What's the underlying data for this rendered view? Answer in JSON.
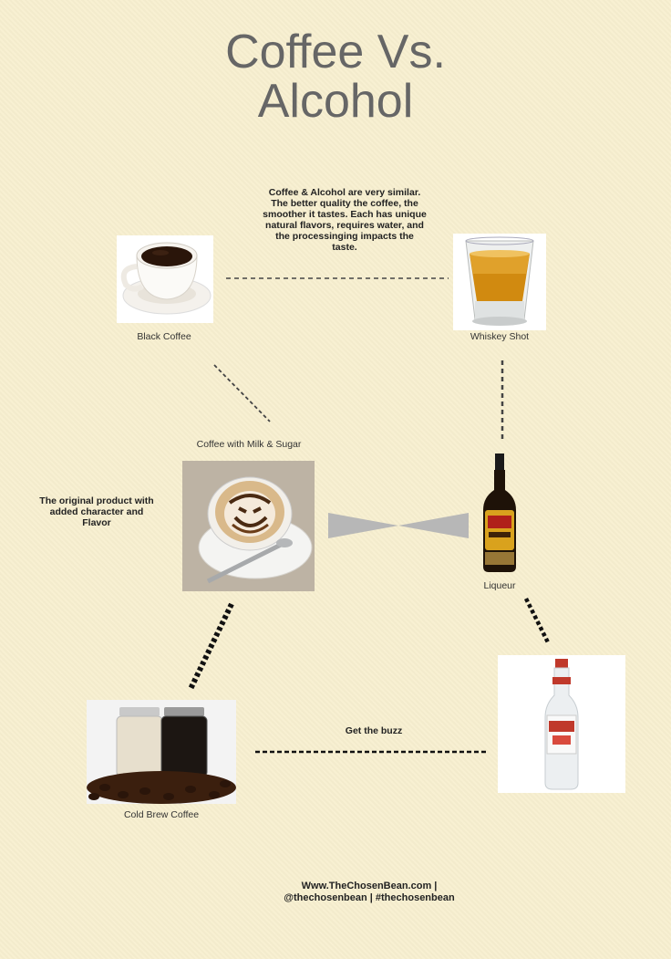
{
  "title": {
    "line1": "Coffee Vs.",
    "line2": "Alcohol"
  },
  "intro_text": "Coffee & Alcohol are very similar. The better quality the coffee, the smoother it tastes. Each has unique natural flavors, requires water, and the processinging impacts the taste.",
  "nodes": {
    "black_coffee": {
      "label": "Black Coffee",
      "icon": "coffee-cup-photo"
    },
    "whiskey_shot": {
      "label": "Whiskey Shot",
      "icon": "whiskey-shot-photo"
    },
    "coffee_milk_sugar": {
      "label": "Coffee with Milk & Sugar",
      "icon": "latte-art-photo"
    },
    "liqueur": {
      "label": "Liqueur",
      "icon": "liqueur-bottle-photo"
    },
    "cold_brew": {
      "label": "Cold Brew Coffee",
      "icon": "cold-brew-jars-photo"
    },
    "vodka_cooler": {
      "label": "",
      "icon": "vodka-cooler-bottle-photo"
    }
  },
  "annotations": {
    "original_product": "The original product with added character and Flavor",
    "get_buzz": "Get the buzz"
  },
  "footer": {
    "line1": "Www.TheChosenBean.com |",
    "line2": "@thechosenbean | #thechosenbean"
  },
  "colors": {
    "background": "#f7efcf",
    "title": "#666666",
    "connector": "#333333",
    "bowtie": "#b7b7b7"
  }
}
